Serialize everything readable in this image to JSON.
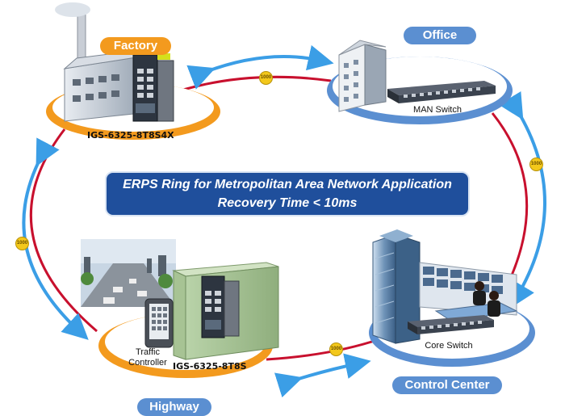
{
  "title": {
    "line1": "ERPS Ring for Metropolitan Area Network Application",
    "line2": "Recovery Time < 10ms"
  },
  "nodes": {
    "factory": {
      "name": "Factory",
      "device": "IGS-6325-8T8S4X"
    },
    "office": {
      "name": "Office",
      "device": "MAN Switch"
    },
    "highway": {
      "name": "Highway",
      "device": "IGS-6325-8T8S",
      "extra": "Traffic Controller"
    },
    "control_center": {
      "name": "Control Center",
      "device": "Core Switch"
    }
  },
  "links": {
    "factory_office": "1000",
    "office_control": "1000",
    "factory_highway": "1000",
    "highway_control": "1000"
  },
  "colors": {
    "ring_red": "#c8102e",
    "arrow_blue": "#3b9ee6",
    "orange_accent": "#f39a1e",
    "blue_accent": "#5b8fd1",
    "title_bg": "#1f4f9c"
  }
}
